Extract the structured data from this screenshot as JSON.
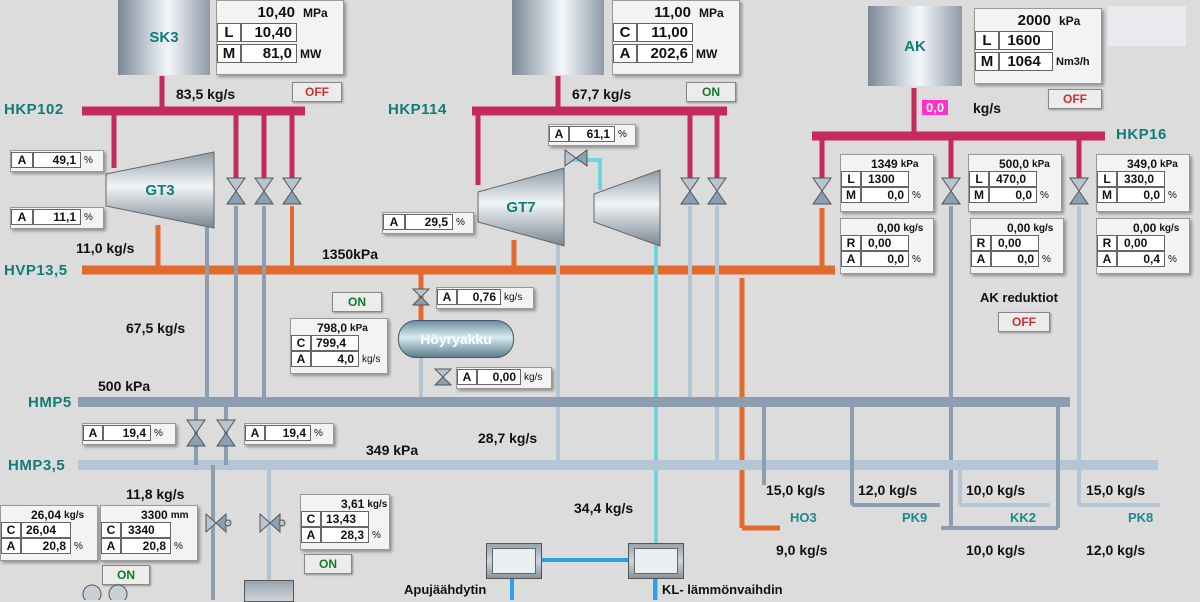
{
  "colors": {
    "hkp": "#c42a5a",
    "hvp": "#e36a2e",
    "hmp": "#8c9eb0",
    "hmp35": "#b4c6d6",
    "cooling": "#70d4de",
    "water": "#2aa0e8",
    "on": "#117a2a",
    "off": "#d03030",
    "header_text": "#137a7a"
  },
  "headers": {
    "hkp102": "HKP102",
    "hkp114": "HKP114",
    "hkp16": "HKP16",
    "hvp": "HVP13,5",
    "hmp5": "HMP5",
    "hmp35": "HMP3,5"
  },
  "units": {
    "sk3": {
      "name": "SK3",
      "rows": [
        {
          "key": "",
          "value": "10,40",
          "unit": "MPa"
        },
        {
          "key": "L",
          "value": "10,40",
          "unit": ""
        },
        {
          "key": "M",
          "value": "81,0",
          "unit": "MW"
        }
      ],
      "flow": "83,5 kg/s",
      "button": "OFF"
    },
    "center": {
      "rows": [
        {
          "key": "",
          "value": "11,00",
          "unit": "MPa"
        },
        {
          "key": "C",
          "value": "11,00",
          "unit": ""
        },
        {
          "key": "A",
          "value": "202,6",
          "unit": "MW"
        }
      ],
      "flow": "67,7 kg/s",
      "button": "ON"
    },
    "ak": {
      "name": "AK",
      "rows": [
        {
          "key": "",
          "value": "2000",
          "unit": "kPa"
        },
        {
          "key": "L",
          "value": "1600",
          "unit": ""
        },
        {
          "key": "M",
          "value": "1064",
          "unit": "Nm3/h"
        }
      ],
      "flow_value": "0,0",
      "flow_unit": "kg/s",
      "button": "OFF"
    }
  },
  "gt3": {
    "name": "GT3",
    "upper": {
      "key": "A",
      "value": "49,1",
      "unit": "%"
    },
    "lower": {
      "key": "A",
      "value": "11,1",
      "unit": "%"
    },
    "flow": "11,0 kg/s"
  },
  "gt7": {
    "name": "GT7",
    "left": {
      "key": "A",
      "value": "29,5",
      "unit": "%"
    },
    "top": {
      "key": "A",
      "value": "61,1",
      "unit": "%"
    }
  },
  "labels": {
    "hvp_pressure": "1350kPa",
    "flow_67_5": "67,5 kg/s",
    "hmp5_pressure": "500 kPa",
    "hmp35_pressure": "349 kPa",
    "flow_28_7": "28,7 kg/s",
    "flow_11_8": "11,8 kg/s",
    "flow_34_4": "34,4 kg/s",
    "apujaahdytin": "Apujäähdytin",
    "kl_vaihdin": "KL- lämmönvaihdin",
    "ak_reduktiot": "AK reduktiot",
    "ak_reduktiot_button": "OFF"
  },
  "hoyryakku": {
    "name": "Höyryakku",
    "button": "ON",
    "in_valve": {
      "key": "A",
      "value": "0,76",
      "unit": "kg/s"
    },
    "out_valve": {
      "key": "A",
      "value": "0,00",
      "unit": "kg/s"
    },
    "panel": [
      {
        "key": "",
        "value": "798,0",
        "unit": "kPa"
      },
      {
        "key": "C",
        "value": "799,4",
        "unit": ""
      },
      {
        "key": "A",
        "value": "4,0",
        "unit": "kg/s"
      }
    ]
  },
  "reductions": [
    {
      "top": [
        {
          "key": "",
          "value": "1349",
          "unit": "kPa"
        },
        {
          "key": "L",
          "value": "1300",
          "unit": ""
        },
        {
          "key": "M",
          "value": "0,0",
          "unit": "%"
        }
      ],
      "bottom": [
        {
          "key": "",
          "value": "0,00",
          "unit": "kg/s"
        },
        {
          "key": "R",
          "value": "0,00",
          "unit": ""
        },
        {
          "key": "A",
          "value": "0,0",
          "unit": "%"
        }
      ]
    },
    {
      "top": [
        {
          "key": "",
          "value": "500,0",
          "unit": "kPa"
        },
        {
          "key": "L",
          "value": "470,0",
          "unit": ""
        },
        {
          "key": "M",
          "value": "0,0",
          "unit": "%"
        }
      ],
      "bottom": [
        {
          "key": "",
          "value": "0,00",
          "unit": "kg/s"
        },
        {
          "key": "R",
          "value": "0,00",
          "unit": ""
        },
        {
          "key": "A",
          "value": "0,0",
          "unit": "%"
        }
      ]
    },
    {
      "top": [
        {
          "key": "",
          "value": "349,0",
          "unit": "kPa"
        },
        {
          "key": "L",
          "value": "330,0",
          "unit": ""
        },
        {
          "key": "M",
          "value": "0,0",
          "unit": "%"
        }
      ],
      "bottom": [
        {
          "key": "",
          "value": "0,00",
          "unit": "kg/s"
        },
        {
          "key": "R",
          "value": "0,00",
          "unit": ""
        },
        {
          "key": "A",
          "value": "0,4",
          "unit": "%"
        }
      ]
    }
  ],
  "hmp_valves": [
    {
      "key": "A",
      "value": "19,4",
      "unit": "%"
    },
    {
      "key": "A",
      "value": "19,4",
      "unit": "%"
    }
  ],
  "lower_left": {
    "panel1": [
      {
        "key": "",
        "value": "26,04",
        "unit": "kg/s"
      },
      {
        "key": "C",
        "value": "26,04",
        "unit": ""
      },
      {
        "key": "A",
        "value": "20,8",
        "unit": "%"
      }
    ],
    "panel1_button": "ON",
    "panel2": [
      {
        "key": "",
        "value": "3300",
        "unit": "mm"
      },
      {
        "key": "C",
        "value": "3340",
        "unit": ""
      },
      {
        "key": "A",
        "value": "20,8",
        "unit": "%"
      }
    ],
    "panel3": [
      {
        "key": "",
        "value": "3,61",
        "unit": "kg/s"
      },
      {
        "key": "C",
        "value": "13,43",
        "unit": ""
      },
      {
        "key": "A",
        "value": "28,3",
        "unit": "%"
      }
    ],
    "panel3_button": "ON"
  },
  "consumers": [
    {
      "name": "HO3",
      "flow_top": "15,0 kg/s",
      "flow_bottom": "9,0 kg/s"
    },
    {
      "name": "PK9",
      "flow_top": "12,0 kg/s",
      "flow_bottom": ""
    },
    {
      "name": "KK2",
      "flow_top": "10,0 kg/s",
      "flow_bottom": "10,0 kg/s"
    },
    {
      "name": "PK8",
      "flow_top": "15,0 kg/s",
      "flow_bottom": "12,0 kg/s"
    }
  ]
}
